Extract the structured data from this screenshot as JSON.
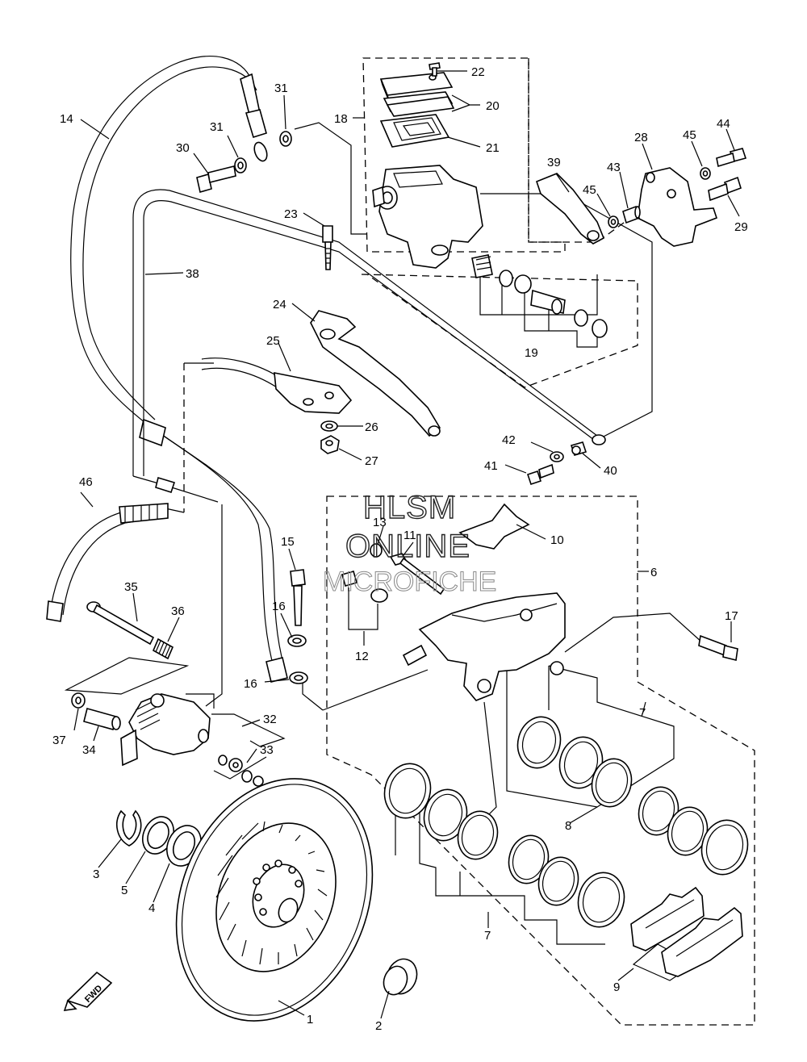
{
  "watermark": {
    "line1": "HLSM",
    "line2": "ONLINE",
    "line3": "MICROFICHE"
  },
  "fwd_label": "FWD",
  "callouts": [
    "1",
    "2",
    "3",
    "4",
    "5",
    "6",
    "7",
    "7",
    "8",
    "9",
    "10",
    "11",
    "12",
    "13",
    "14",
    "15",
    "16",
    "16",
    "17",
    "18",
    "19",
    "20",
    "21",
    "22",
    "23",
    "24",
    "25",
    "26",
    "27",
    "28",
    "29",
    "30",
    "31",
    "31",
    "32",
    "33",
    "34",
    "35",
    "36",
    "37",
    "38",
    "39",
    "40",
    "41",
    "42",
    "43",
    "44",
    "45",
    "45",
    "46"
  ]
}
